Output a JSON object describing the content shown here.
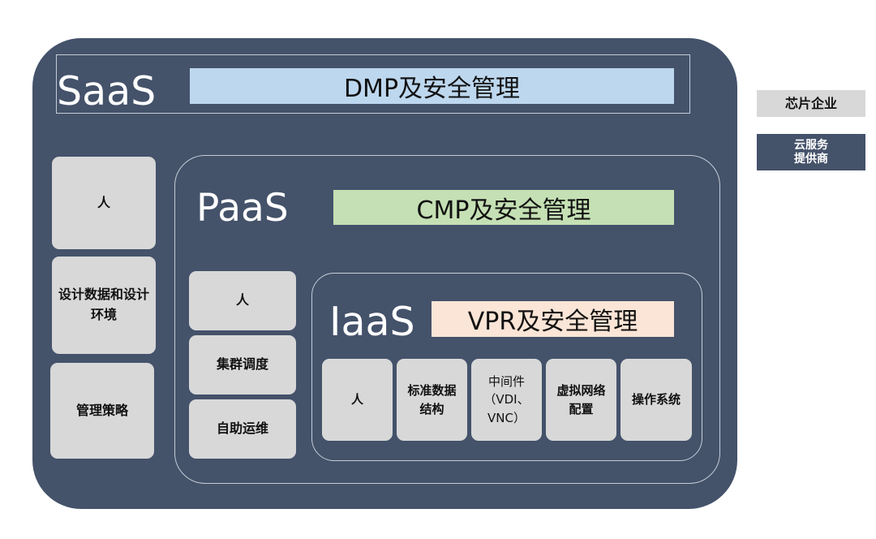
{
  "saas": {
    "title": "SaaS",
    "bar_label": "DMP及安全管理",
    "bar_color": "#bdd7ee"
  },
  "paas": {
    "title": "PaaS",
    "bar_label": "CMP及安全管理",
    "bar_color": "#c5e0b4"
  },
  "iaas": {
    "title": "IaaS",
    "bar_label": "VPR及安全管理",
    "bar_color": "#fbe5d6"
  },
  "left_column": [
    "人",
    "设计数据和设计环境",
    "管理策略"
  ],
  "paas_column": [
    "人",
    "集群调度",
    "自助运维"
  ],
  "iaas_row": [
    "人",
    "标准数据结构",
    "中间件（VDI、VNC）",
    "虚拟网络配置",
    "操作系统"
  ],
  "legend": [
    {
      "label": "芯片企业",
      "color": "#d8d8d8"
    },
    {
      "label": "云服务提供商",
      "color": "#44526a"
    }
  ]
}
